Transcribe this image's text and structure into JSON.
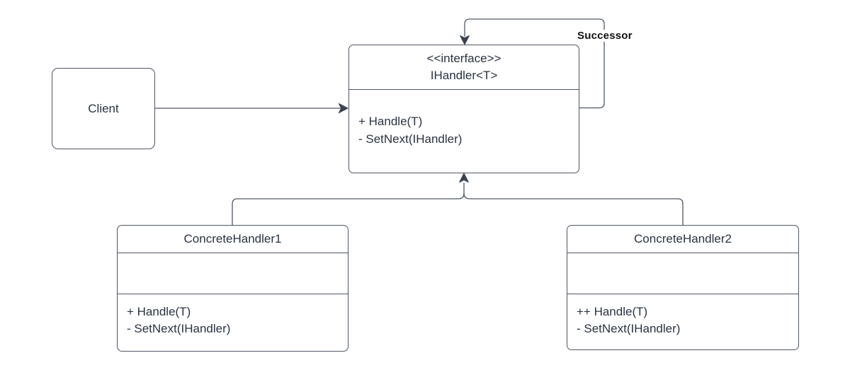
{
  "client": {
    "name": "Client"
  },
  "interface_box": {
    "stereotype": "<<interface>>",
    "name": "IHandler<T>",
    "methods": [
      "+ Handle(T)",
      "- SetNext(IHandler)"
    ]
  },
  "handler1": {
    "name": "ConcreteHandler1",
    "methods": [
      "+ Handle(T)",
      "- SetNext(IHandler)"
    ]
  },
  "handler2": {
    "name": "ConcreteHandler2",
    "methods": [
      "++ Handle(T)",
      "- SetNext(IHandler)"
    ]
  },
  "successor_label": "Successor",
  "colors": {
    "background": "#ffffff",
    "stroke": "#4f5763",
    "arrow": "#3b4350",
    "text": "#2a3342",
    "label_text": "#111111"
  }
}
